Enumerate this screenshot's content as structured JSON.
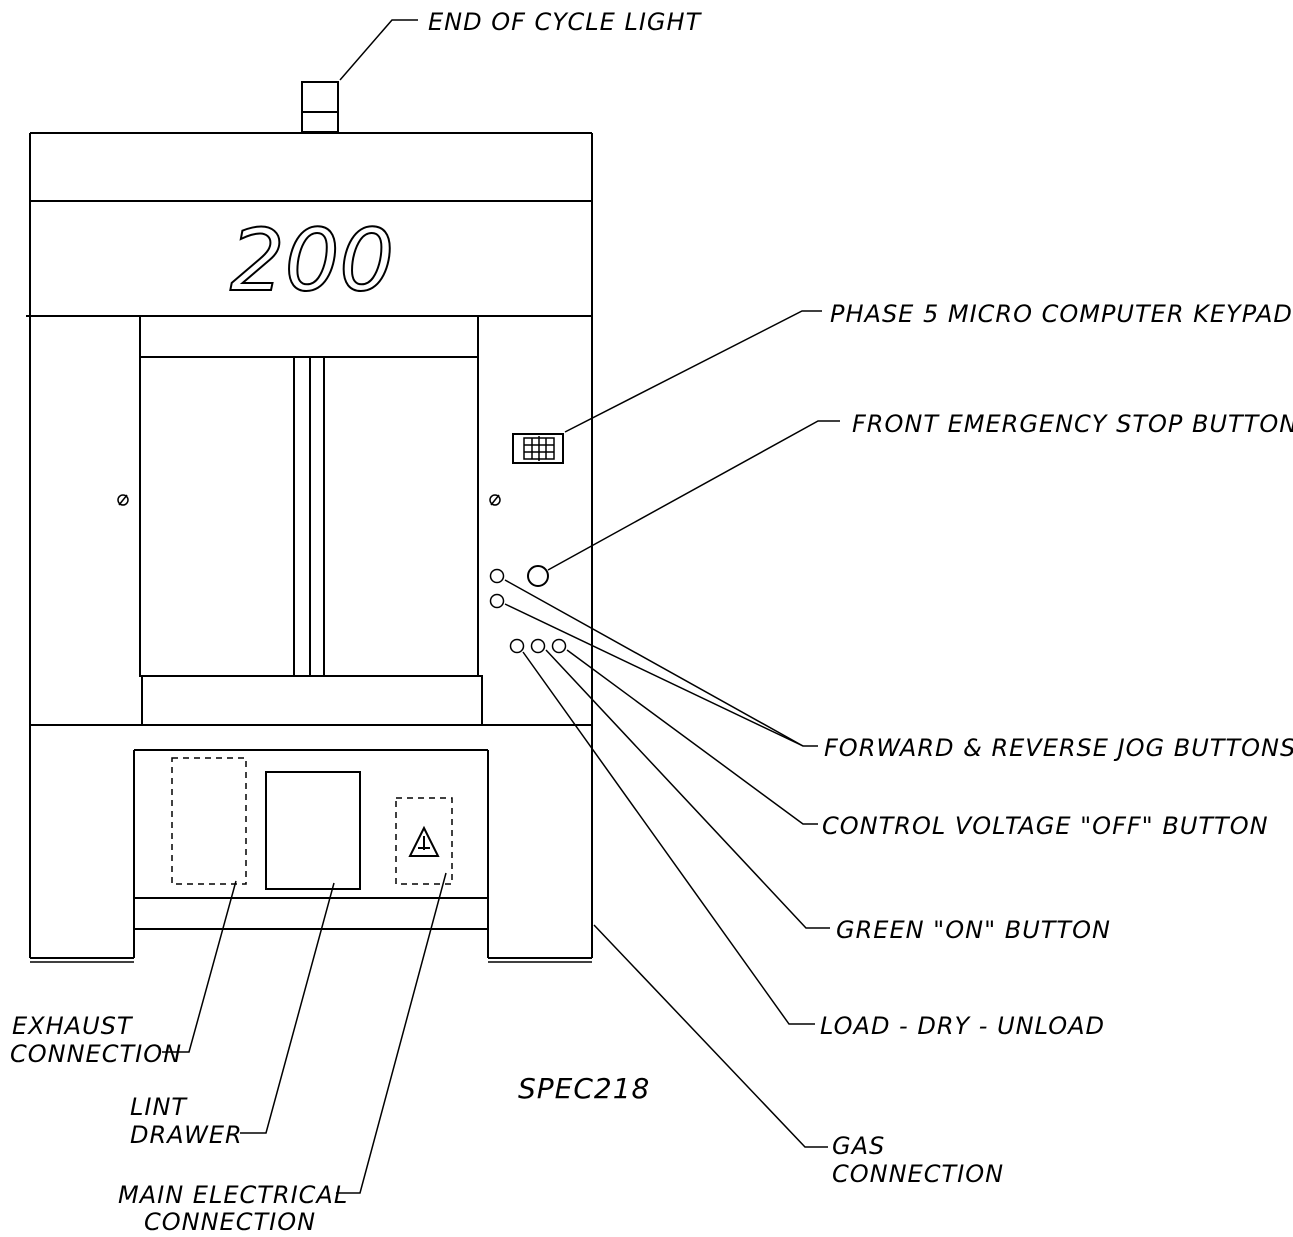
{
  "drawing": {
    "model_number": "200",
    "spec_code": "SPEC218"
  },
  "labels": {
    "end_of_cycle_light": "END OF CYCLE LIGHT",
    "keypad": "PHASE 5 MICRO COMPUTER KEYPAD",
    "emergency_stop": "FRONT EMERGENCY STOP BUTTON",
    "jog_buttons": "FORWARD & REVERSE JOG BUTTONS",
    "control_voltage_off": "CONTROL VOLTAGE \"OFF\" BUTTON",
    "green_on": "GREEN \"ON\" BUTTON",
    "load_dry_unload": "LOAD - DRY - UNLOAD",
    "gas_connection_1": "GAS",
    "gas_connection_2": "CONNECTION",
    "exhaust_1": "EXHAUST",
    "exhaust_2": "CONNECTION",
    "lint_1": "LINT",
    "lint_2": "DRAWER",
    "electrical_1": "MAIN ELECTRICAL",
    "electrical_2": "CONNECTION"
  }
}
